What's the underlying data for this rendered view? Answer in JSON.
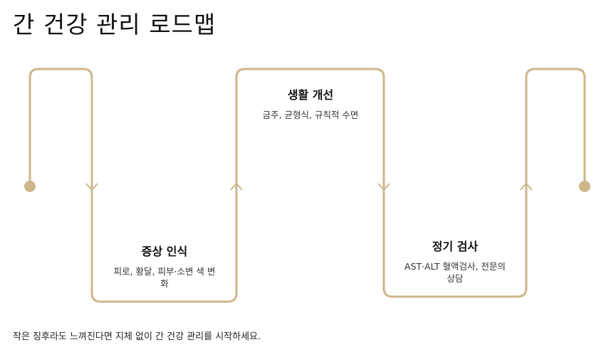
{
  "title": "간 건강 관리 로드맵",
  "accent_color": "#cdb68a",
  "steps": [
    {
      "title": "증상 인식",
      "description": "피로, 황달, 피부·소변 색 변화"
    },
    {
      "title": "생활 개선",
      "description": "금주, 균형식, 규칙적 수면"
    },
    {
      "title": "정기 검사",
      "description": "AST·ALT 혈액검사, 전문의 상담"
    }
  ],
  "footnote": "작은 징후라도 느껴진다면 지체 없이 간 건강 관리를 시작하세요."
}
